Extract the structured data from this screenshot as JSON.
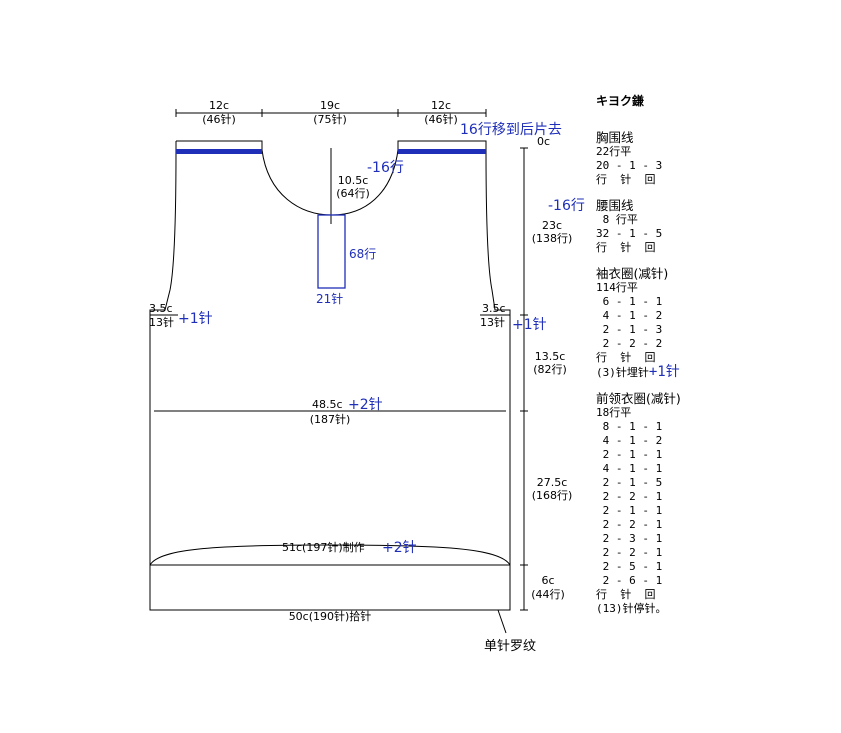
{
  "dims": {
    "left_shoulder": "12c",
    "left_shoulder_st": "(46针)",
    "neck_width": "19c",
    "neck_width_st": "(75针)",
    "right_shoulder": "12c",
    "right_shoulder_st": "(46针)",
    "move_note": "16行移到后片去",
    "zero": "0c",
    "neck_depth": "10.5c",
    "neck_depth_rows": "(64行)",
    "minus16a": "-16行",
    "minus16b": "-16行",
    "placket_rows": "68行",
    "placket_st": "21针",
    "yoke_h": "23c",
    "yoke_rows": "(138行)",
    "armhole_l": "3.5c",
    "armhole_l_rows": "13针",
    "plus1_l": "+1针",
    "armhole_r": "3.5c",
    "armhole_r_rows": "13针",
    "plus1_r": "+1针",
    "side_h": "13.5c",
    "side_rows": "(82行)",
    "chest": "48.5c",
    "plus2_chest": "+2针",
    "chest_st": "(187针)",
    "body_h": "27.5c",
    "body_rows": "(168行)",
    "hem": "51c(197针)制作",
    "plus2_hem": "+2针",
    "rib_h": "6c",
    "rib_rows": "(44行)",
    "bottom": "50c(190针)拾针",
    "rib_label": "单针罗纹"
  },
  "panel": {
    "title": "キヨク鎌",
    "chest_line": {
      "title": "胸围线",
      "rows": [
        "22行平",
        "20 - 1 - 3",
        "行  针  回"
      ]
    },
    "waist_line": {
      "title": "腰围线",
      "rows": [
        " 8 行平",
        "32 - 1 - 5",
        "行  针  回"
      ]
    },
    "armhole": {
      "title": "袖衣圈(减针)",
      "rows": [
        "114行平",
        " 6 - 1 - 1",
        " 4 - 1 - 2",
        " 2 - 1 - 3",
        " 2 - 2 - 2",
        "行  针  回"
      ],
      "last": "(3)针埋针",
      "last_plus": "+1针"
    },
    "front_neck": {
      "title": "前领衣圈(减针)",
      "rows": [
        "18行平",
        " 8 - 1 - 1",
        " 4 - 1 - 2",
        " 2 - 1 - 1",
        " 4 - 1 - 1",
        " 2 - 1 - 5",
        " 2 - 2 - 1",
        " 2 - 1 - 1",
        " 2 - 2 - 1",
        " 2 - 3 - 1",
        " 2 - 2 - 1",
        " 2 - 5 - 1",
        " 2 - 6 - 1",
        "行  针  回"
      ],
      "last": "(13)针停针。"
    }
  }
}
